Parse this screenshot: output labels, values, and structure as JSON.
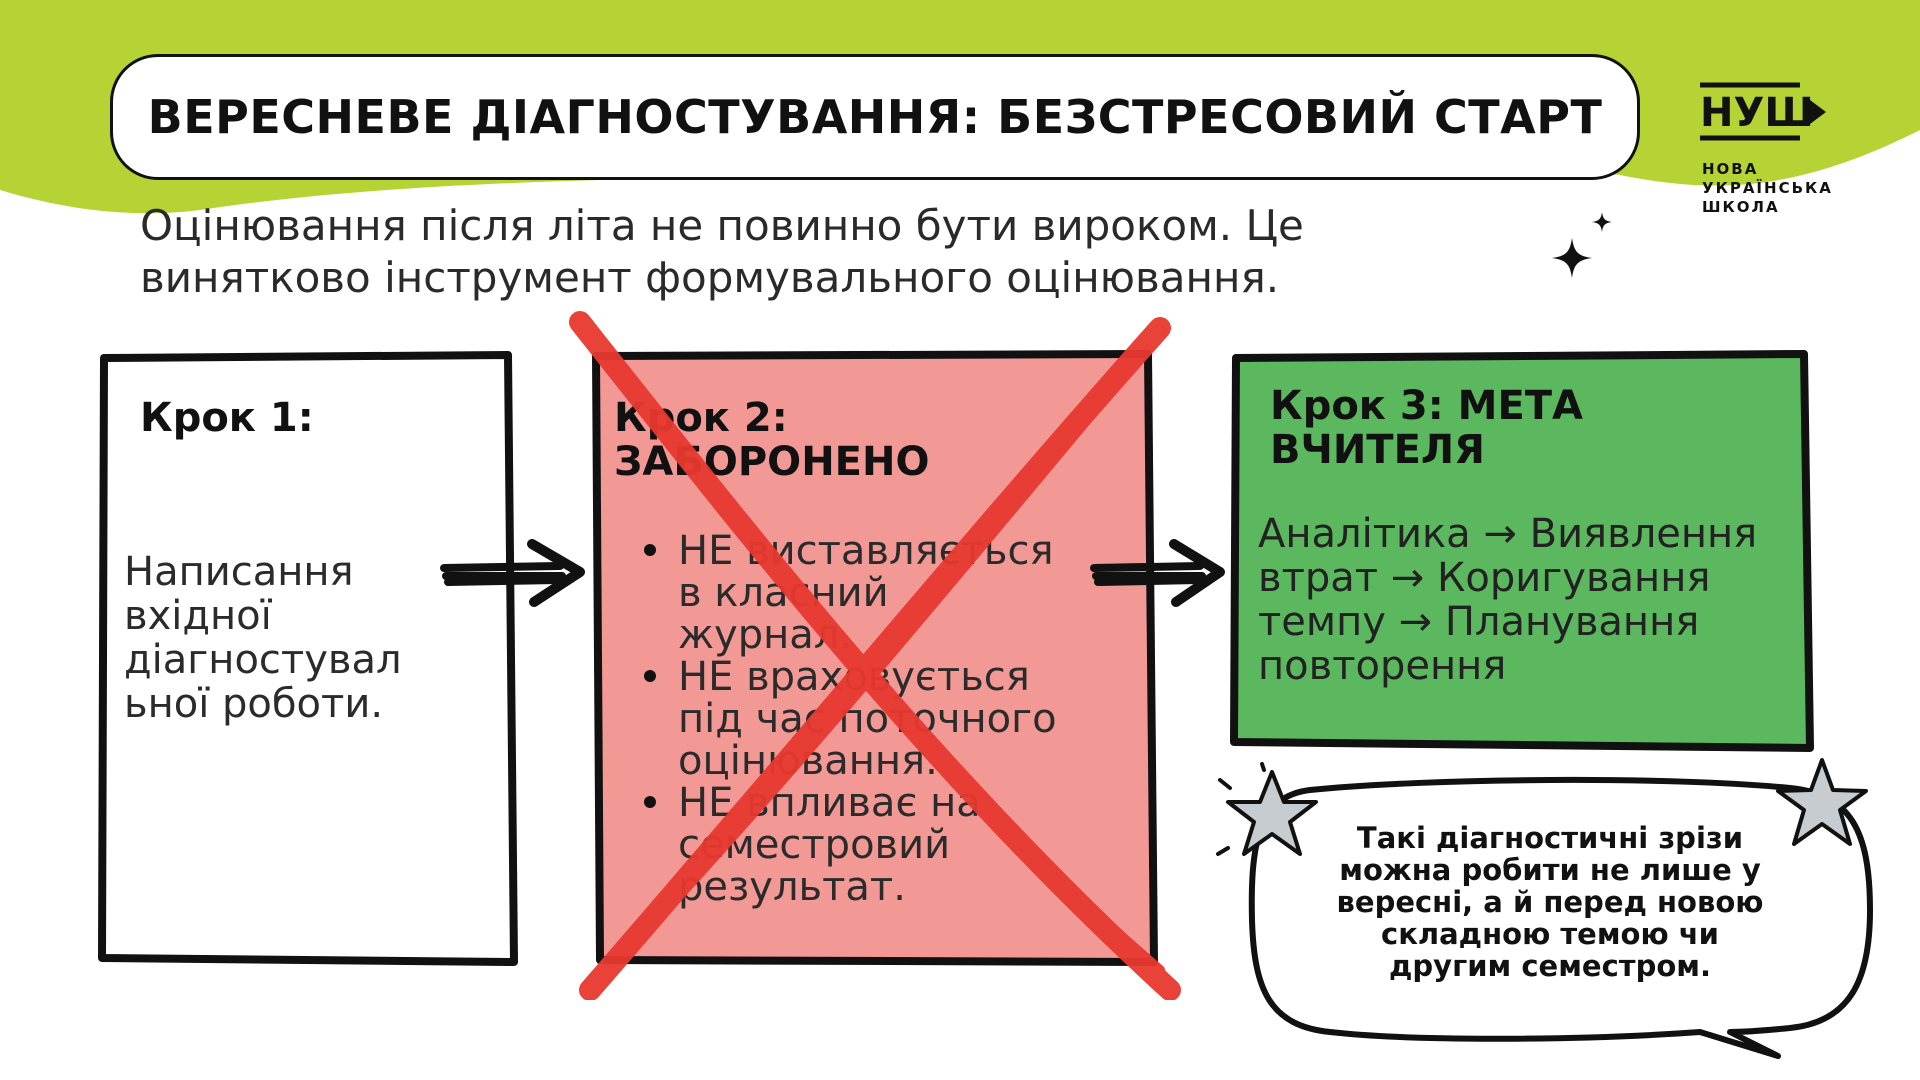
{
  "header": {
    "title": "ВЕРЕСНЕВЕ ДІАГНОСТУВАННЯ: БЕЗСТРЕСОВИЙ СТАРТ"
  },
  "logo": {
    "mark": "НУШ",
    "lines": [
      "НОВА",
      "УКРАЇНСЬКА",
      "ШКОЛА"
    ]
  },
  "subtitle": {
    "line1": "Оцінювання після літа не повинно бути вироком. Це",
    "line2": "винятково інструмент формувального оцінювання."
  },
  "step1": {
    "title": "Крок 1:",
    "body_lines": [
      "Написання",
      "вхідної",
      "діагностувал",
      "ьної роботи."
    ]
  },
  "step2": {
    "title_lines": [
      "Крок 2:",
      "ЗАБОРОНЕНО"
    ],
    "bullets": [
      [
        "НЕ виставляється",
        "в класний",
        "журнал."
      ],
      [
        "НЕ враховується",
        "під час поточного",
        "оцінювання."
      ],
      [
        "НЕ впливає на",
        "семестровий",
        "результат."
      ]
    ]
  },
  "step3": {
    "title_lines": [
      "Крок 3: МЕТА",
      "ВЧИТЕЛЯ"
    ],
    "body_lines": [
      "Аналітика → Виявлення",
      "втрат → Коригування",
      "темпу → Планування",
      "повторення"
    ]
  },
  "note": {
    "lines": [
      "Такі діагностичні зрізи",
      "можна робити не лише у",
      "вересні, а й перед новою",
      "складною темою чи",
      "другим семестром."
    ]
  },
  "colors": {
    "accent_green_bg": "#b5d334",
    "step2_fill": "#f29995",
    "step3_fill": "#5cb85f",
    "cross": "#e8392f",
    "outline": "#111111"
  },
  "icons": {
    "sparkle": "four-point-star-icon",
    "arrow": "hand-drawn-arrow-icon",
    "cross": "red-cross-icon",
    "star": "grey-star-icon"
  }
}
